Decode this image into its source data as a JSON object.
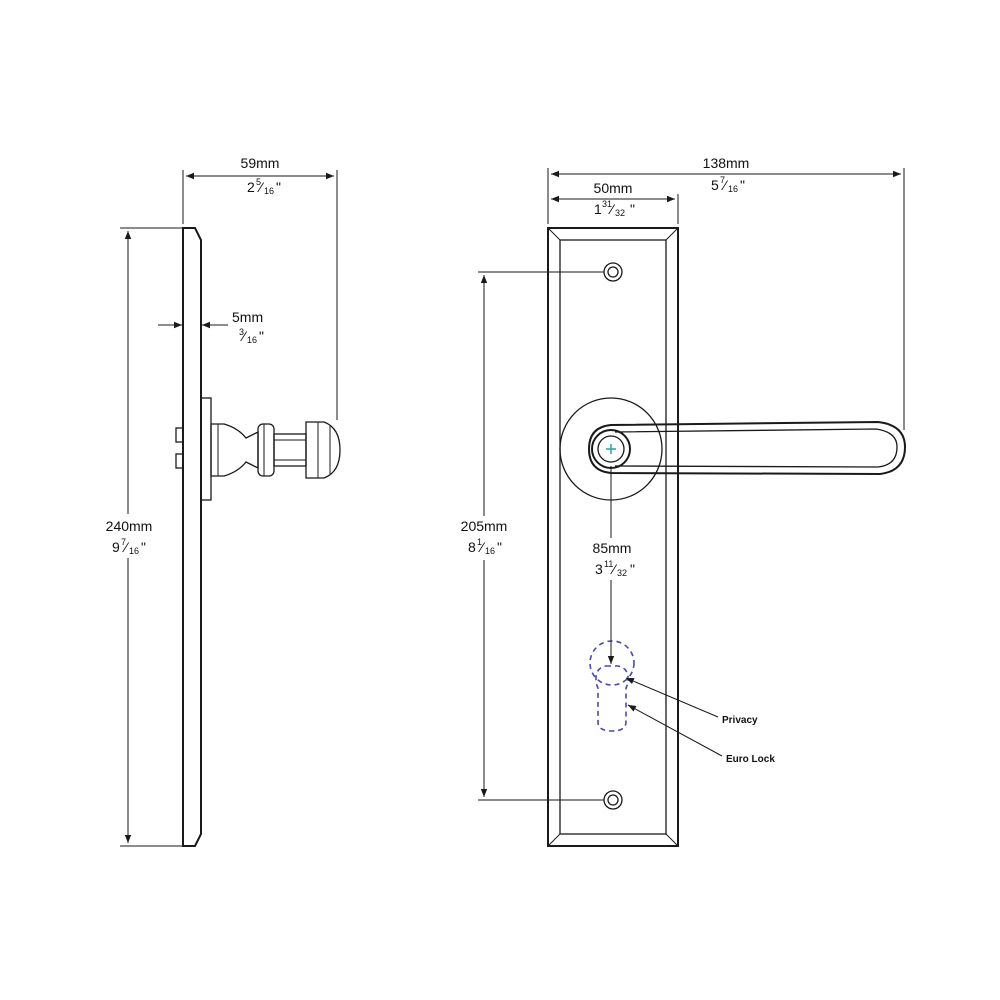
{
  "dims": {
    "side_width": {
      "mm": "59mm",
      "whole": "2",
      "num": "5",
      "den": "16",
      "inch": "\""
    },
    "plate_thickness": {
      "mm": "5mm",
      "whole": "",
      "num": "3",
      "den": "16",
      "inch": "\""
    },
    "height": {
      "mm": "240mm",
      "whole": "9",
      "num": "7",
      "den": "16",
      "inch": "\""
    },
    "total_width": {
      "mm": "138mm",
      "whole": "5",
      "num": "7",
      "den": "16",
      "inch": "\""
    },
    "plate_width": {
      "mm": "50mm",
      "whole": "1",
      "num": "31",
      "den": "32",
      "inch": "\""
    },
    "hole_centers": {
      "mm": "205mm",
      "whole": "8",
      "num": "1",
      "den": "16",
      "inch": "\""
    },
    "backset": {
      "mm": "85mm",
      "whole": "3",
      "num": "11",
      "den": "32",
      "inch": "\""
    }
  },
  "callouts": {
    "privacy": "Privacy",
    "euro_lock": "Euro Lock"
  },
  "colors": {
    "line": "#1a1a1a",
    "dashed_outline": "#4a4aa8",
    "spindle_mark": "#2aa1a1"
  }
}
